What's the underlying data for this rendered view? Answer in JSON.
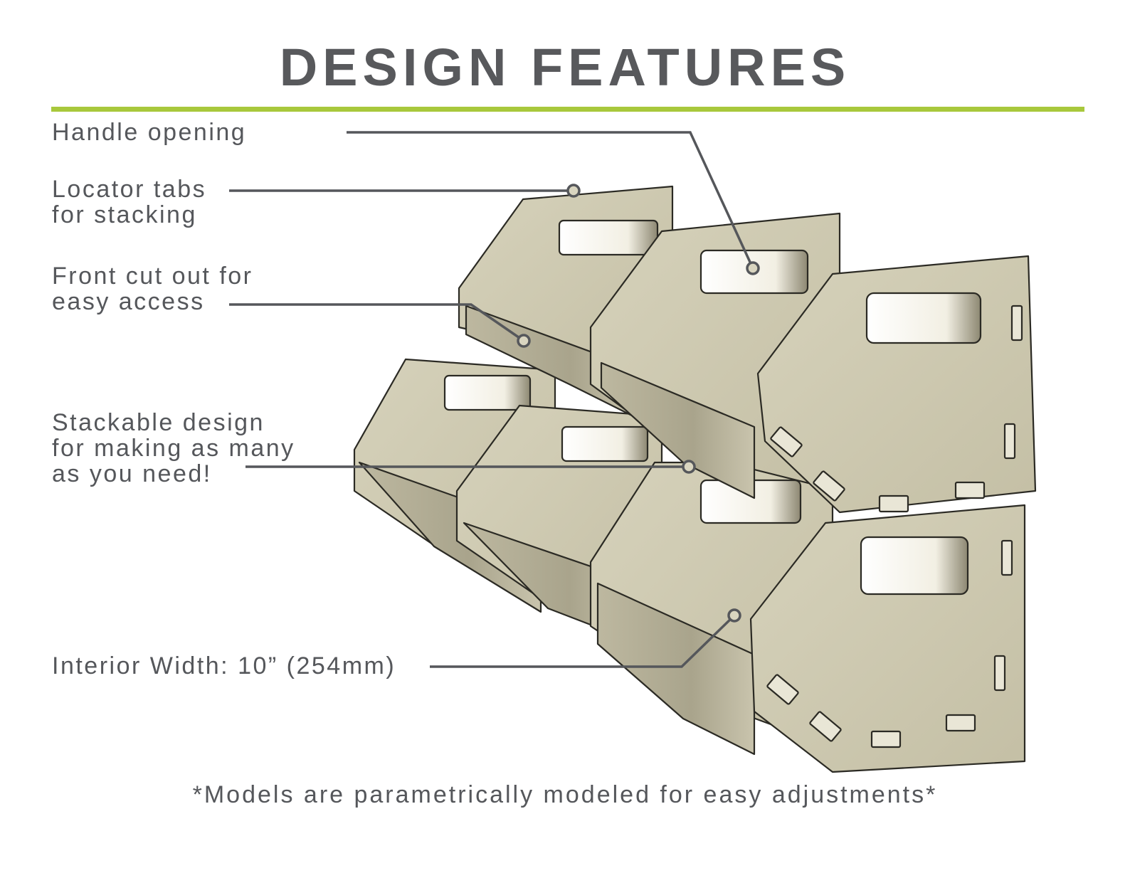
{
  "title": "DESIGN FEATURES",
  "labels": {
    "handle": [
      "Handle opening"
    ],
    "locator": [
      "Locator tabs",
      "for stacking"
    ],
    "front": [
      "Front cut out for",
      "easy access"
    ],
    "stackable": [
      "Stackable design",
      "for making as many",
      "as you need!"
    ],
    "width": [
      "Interior Width: 10” (254mm)"
    ]
  },
  "footnote": "*Models are parametrically modeled for easy adjustments*",
  "colors": {
    "accent_rule": "#a8c83c",
    "text": "#55575b",
    "wood": "#cdc8b0",
    "leader": "#55575b"
  }
}
